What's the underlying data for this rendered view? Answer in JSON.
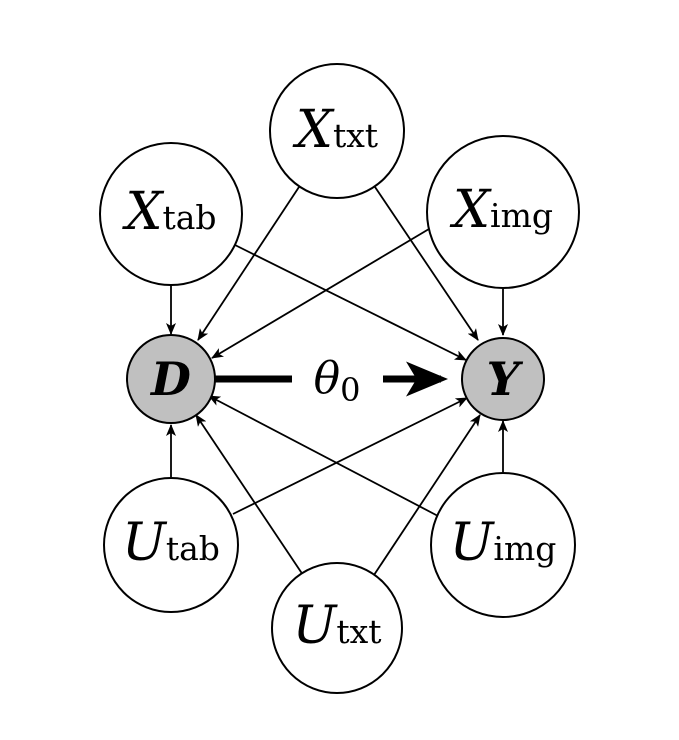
{
  "diagram": {
    "type": "causal-dag",
    "nodes": {
      "x_txt": {
        "main": "X",
        "sub": "txt"
      },
      "x_tab": {
        "main": "X",
        "sub": "tab"
      },
      "x_img": {
        "main": "X",
        "sub": "img"
      },
      "d": {
        "main": "D",
        "observed": true
      },
      "y": {
        "main": "Y",
        "observed": true
      },
      "u_tab": {
        "main": "U",
        "sub": "tab"
      },
      "u_txt": {
        "main": "U",
        "sub": "txt"
      },
      "u_img": {
        "main": "U",
        "sub": "img"
      }
    },
    "effect_label": {
      "main": "θ",
      "sub": "0"
    },
    "edges": [
      {
        "from": "x_txt",
        "to": "d"
      },
      {
        "from": "x_txt",
        "to": "y"
      },
      {
        "from": "x_tab",
        "to": "d"
      },
      {
        "from": "x_tab",
        "to": "y"
      },
      {
        "from": "x_img",
        "to": "d"
      },
      {
        "from": "x_img",
        "to": "y"
      },
      {
        "from": "u_tab",
        "to": "d"
      },
      {
        "from": "u_tab",
        "to": "y"
      },
      {
        "from": "u_txt",
        "to": "d"
      },
      {
        "from": "u_txt",
        "to": "y"
      },
      {
        "from": "u_img",
        "to": "d"
      },
      {
        "from": "u_img",
        "to": "y"
      },
      {
        "from": "d",
        "to": "y",
        "label": "θ0",
        "emphasis": true
      }
    ],
    "colors": {
      "observed_fill": "#c0c0c0",
      "latent_fill": "#ffffff",
      "stroke": "#000000"
    }
  }
}
